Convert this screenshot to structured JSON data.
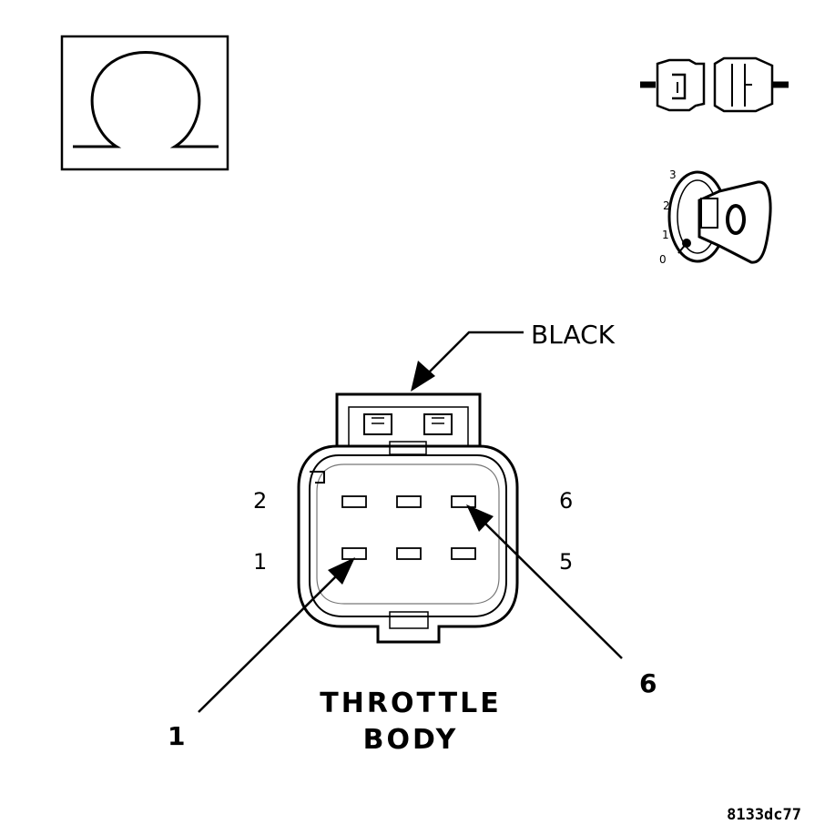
{
  "connector": {
    "wire_color_label": "BLACK",
    "name_line1": "THROTTLE",
    "name_line2": "BODY",
    "pins": {
      "top_left": "2",
      "bottom_left": "1",
      "top_right": "6",
      "bottom_right": "5"
    },
    "callouts": {
      "pin1": "1",
      "pin6": "6"
    }
  },
  "icons": {
    "meter": "ohmmeter-omega-icon",
    "unplug": "disconnect-connector-icon",
    "ignition": "ignition-key-off-icon"
  },
  "ignition_positions": [
    "3",
    "2",
    "1",
    "0"
  ],
  "figure_id": "8133dc77"
}
